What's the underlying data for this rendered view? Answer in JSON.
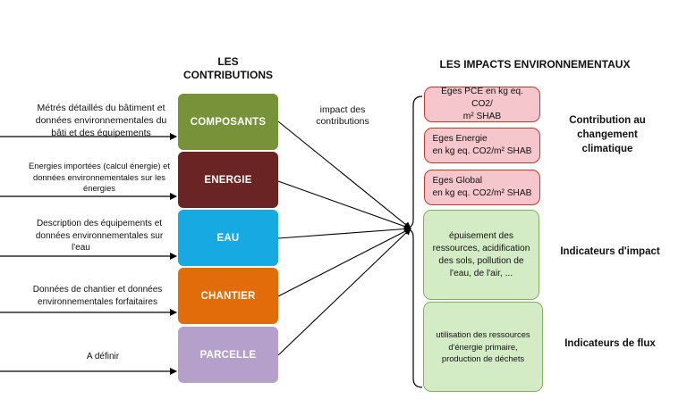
{
  "left_header": {
    "line1": "LES",
    "line2": "CONTRIBUTIONS"
  },
  "right_header": "LES IMPACTS ENVIRONNEMENTAUX",
  "arrow_label": {
    "line1": "impact des",
    "line2": "contributions"
  },
  "inputs": [
    {
      "l1": "Métrés détaillés du bâtiment et",
      "l2": "données environnementales du",
      "l3": "bâti et des équipements"
    },
    {
      "l1": "Energies importées (calcul énergie) et",
      "l2": "données environnementales sur les",
      "l3": "énergies"
    },
    {
      "l1": "Description des équipements et",
      "l2": "données environnementales sur",
      "l3": "l'eau"
    },
    {
      "l1": "Données de chantier et données",
      "l2": "environnementales forfaitaires",
      "l3": ""
    },
    {
      "l1": "A définir",
      "l2": "",
      "l3": ""
    }
  ],
  "contributions": [
    {
      "label": "COMPOSANTS",
      "color": "#78923a"
    },
    {
      "label": "ENERGIE",
      "color": "#6b2424"
    },
    {
      "label": "EAU",
      "color": "#17a9e1"
    },
    {
      "label": "CHANTIER",
      "color": "#e36c0a"
    },
    {
      "label": "PARCELLE",
      "color": "#b4a0cb"
    }
  ],
  "impacts": [
    {
      "l1": "Eges PCE en kg eq. CO2/",
      "l2": "m² SHAB"
    },
    {
      "l1": "Eges Energie",
      "l2": "en kg eq. CO2/m² SHAB"
    },
    {
      "l1": "Eges Global",
      "l2": "en kg eq. CO2/m² SHAB"
    }
  ],
  "impact_indicators": {
    "l1": "épuisement des",
    "l2": "ressources, acidification",
    "l3": "des sols, pollution de",
    "l4": "l'eau, de l'air, ..."
  },
  "flux_indicators": {
    "l1": "utilisation des ressources",
    "l2": "d'énergie primaire,",
    "l3": "production de déchets"
  },
  "right_labels": {
    "climate": {
      "l1": "Contribution au",
      "l2": "changement",
      "l3": "climatique"
    },
    "impact": "Indicateurs d'impact",
    "flux": "Indicateurs de flux"
  }
}
